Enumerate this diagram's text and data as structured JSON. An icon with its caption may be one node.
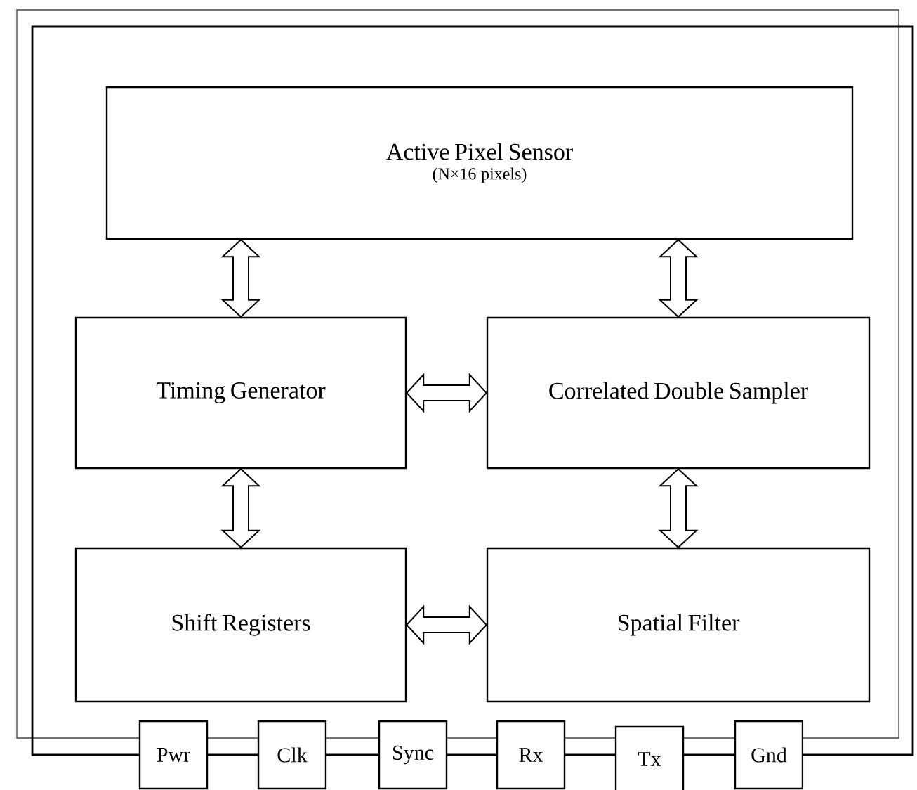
{
  "diagram": {
    "nodes": [
      {
        "text": [
          "Active Pixel Sensor",
          "(N×16 pixels)"
        ]
      },
      {
        "text": [
          "Timing Generator"
        ]
      },
      {
        "text": [
          "Correlated Double Sampler"
        ]
      },
      {
        "text": [
          "Shift Registers"
        ]
      },
      {
        "text": [
          "Spatial Filter"
        ]
      },
      {
        "text": [
          "Pwr"
        ]
      },
      {
        "text": [
          "Clk"
        ]
      },
      {
        "text": [
          "Sync"
        ]
      },
      {
        "text": [
          "Rx"
        ]
      },
      {
        "text": [
          "Tx"
        ]
      },
      {
        "text": [
          "Gnd"
        ]
      }
    ],
    "edges": [
      {
        "from": 0,
        "to": 1,
        "arrow": "both"
      },
      {
        "from": 0,
        "to": 2,
        "arrow": "both"
      },
      {
        "from": 1,
        "to": 2,
        "arrow": "both"
      },
      {
        "from": 1,
        "to": 3,
        "arrow": "both"
      },
      {
        "from": 2,
        "to": 4,
        "arrow": "both"
      },
      {
        "from": 3,
        "to": 4,
        "arrow": "both"
      }
    ]
  }
}
